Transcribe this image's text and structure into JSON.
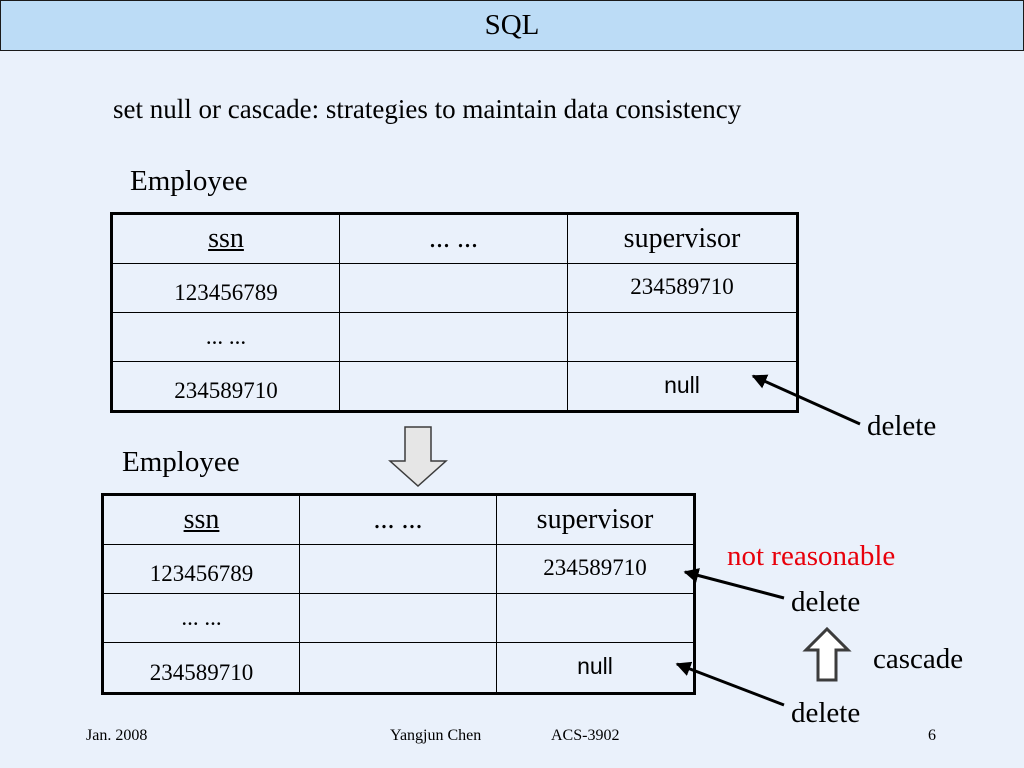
{
  "header": {
    "title": "SQL"
  },
  "subtitle": "set null or cascade: strategies to maintain data consistency",
  "table1": {
    "caption": "Employee",
    "columns": [
      "ssn",
      "... ...",
      "supervisor"
    ],
    "rows": [
      [
        "123456789",
        "",
        "234589710"
      ],
      [
        "... ...",
        "",
        ""
      ],
      [
        "234589710",
        "",
        "null"
      ]
    ]
  },
  "table2": {
    "caption": "Employee",
    "columns": [
      "ssn",
      "... ...",
      "supervisor"
    ],
    "rows": [
      [
        "123456789",
        "",
        "234589710"
      ],
      [
        "... ...",
        "",
        ""
      ],
      [
        "234589710",
        "",
        "null"
      ]
    ]
  },
  "annotations": {
    "delete_top": "delete",
    "not_reasonable": "not reasonable",
    "delete_mid": "delete",
    "cascade": "cascade",
    "delete_bottom": "delete"
  },
  "colors": {
    "title_bar": "#bcdcf6",
    "background": "#eaf1fb",
    "warning": "#e8000b"
  },
  "footer": {
    "date": "Jan. 2008",
    "author": "Yangjun Chen",
    "course": "ACS-3902",
    "page": "6"
  }
}
